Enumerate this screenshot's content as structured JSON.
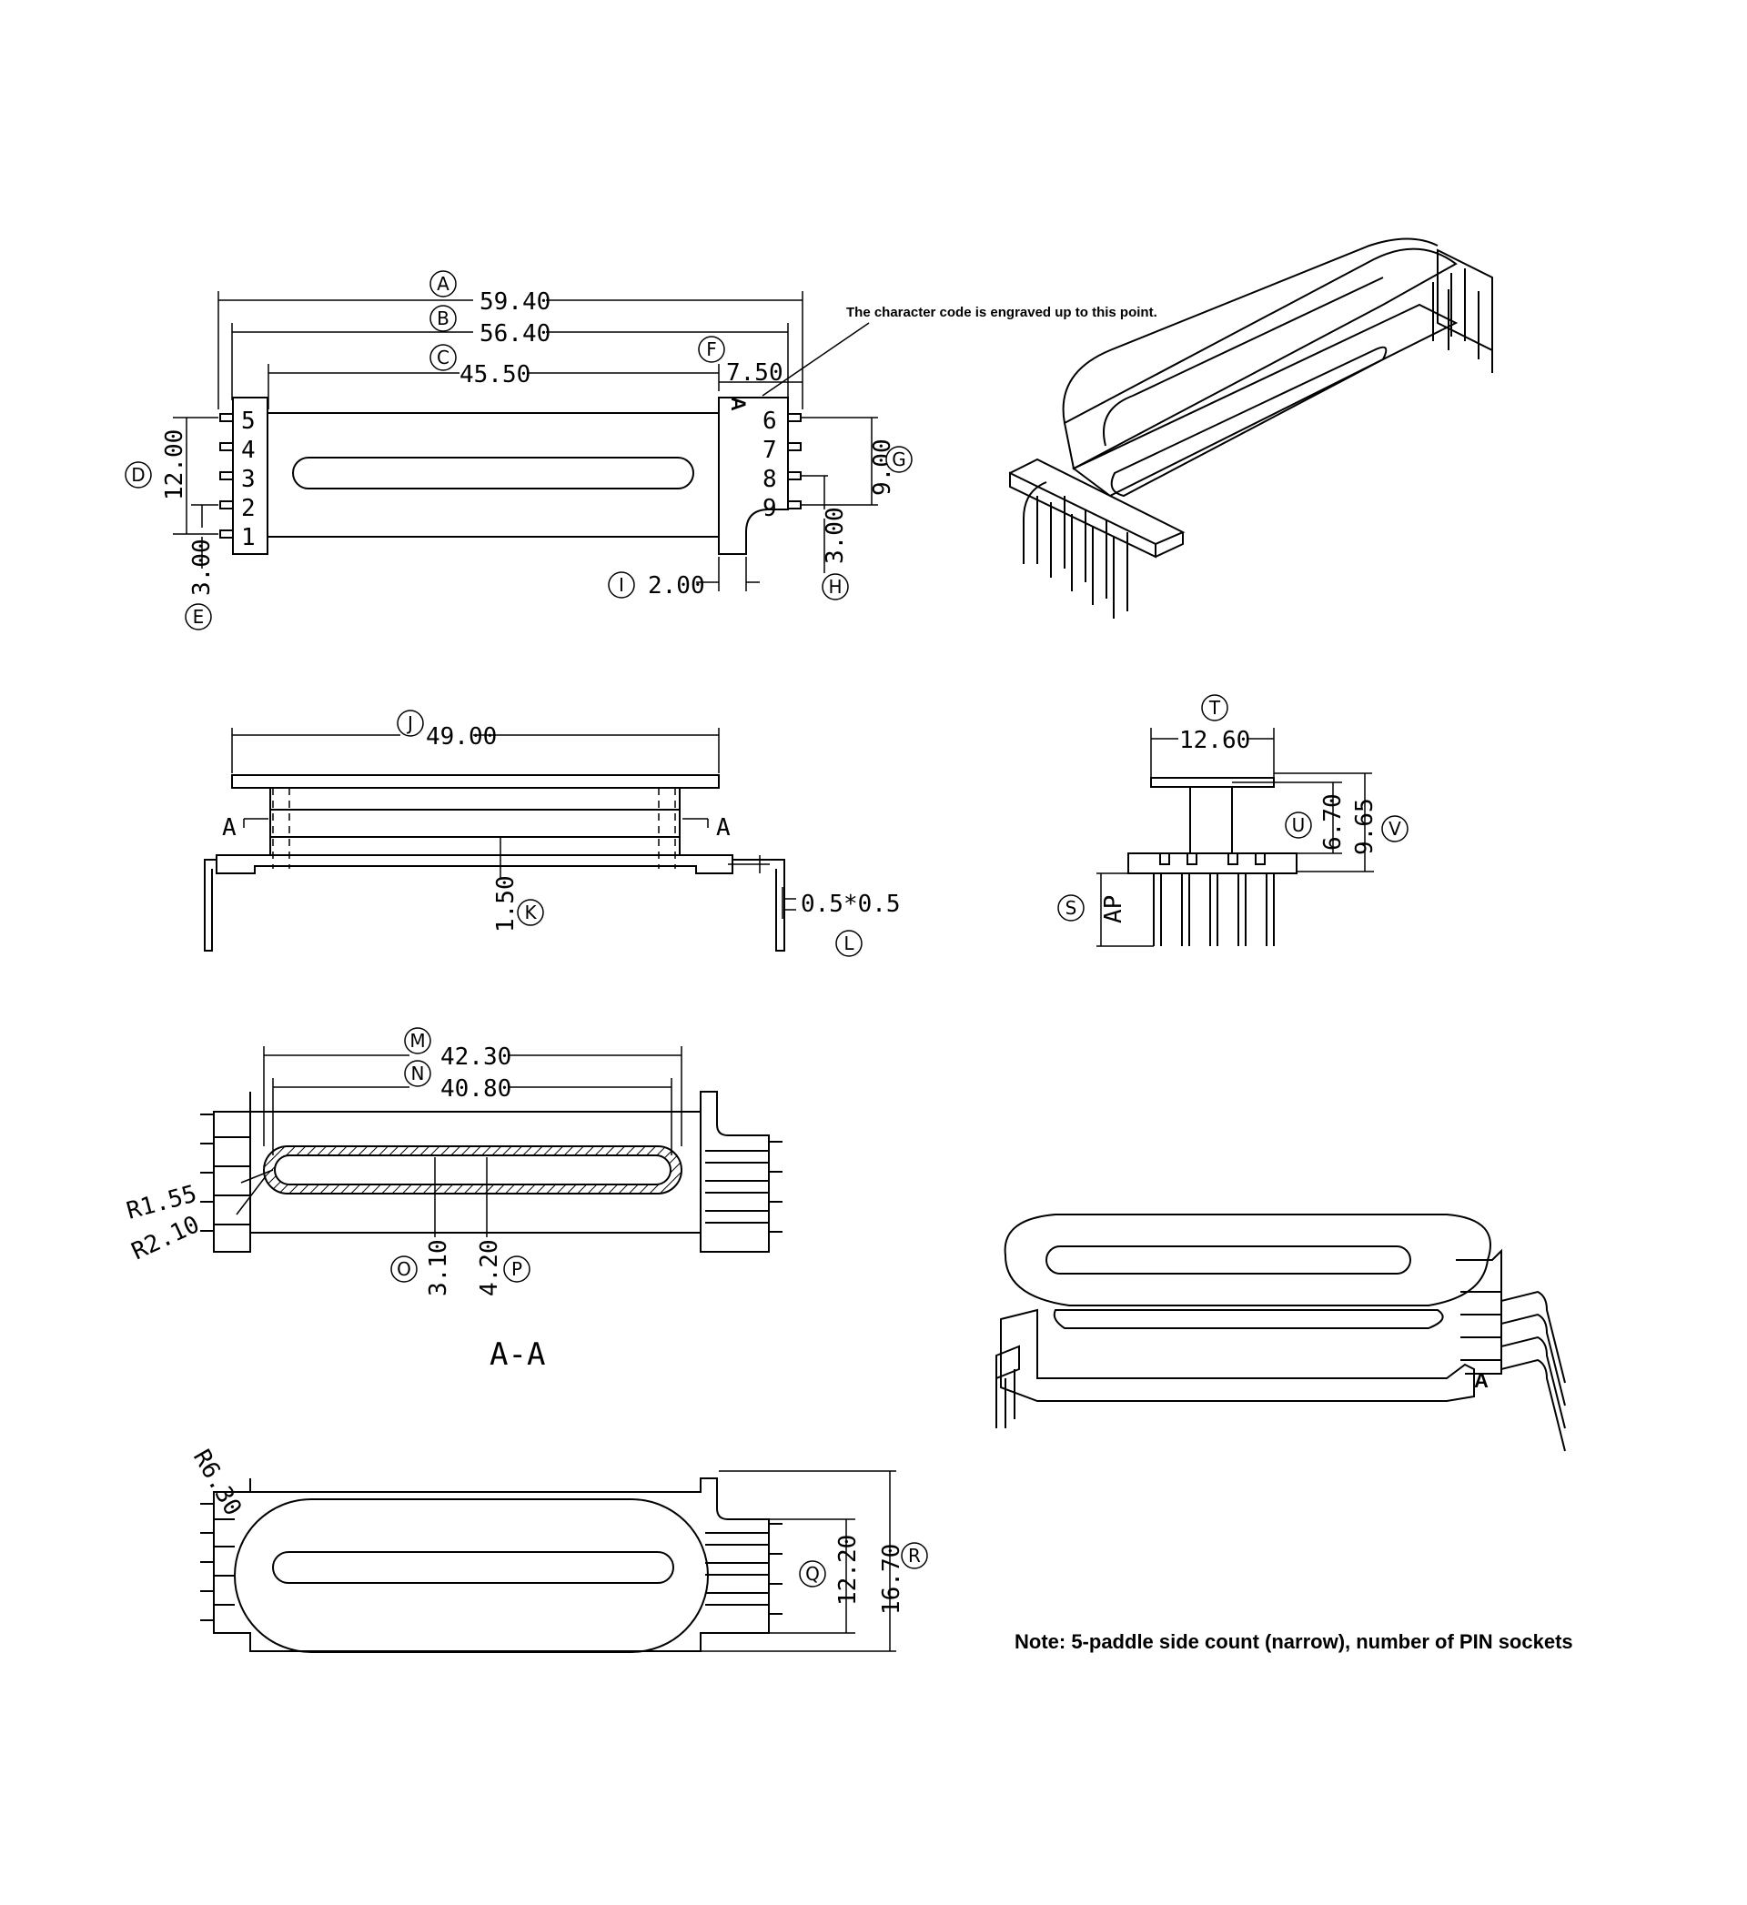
{
  "note_engraved": "The character code is engraved up to this point.",
  "note_bottom": "Note: 5-paddle side count (narrow), number of PIN sockets",
  "section_label": "A-A",
  "section_marker": "A",
  "engraved_char": "A",
  "top_view": {
    "pins_left": [
      "5",
      "4",
      "3",
      "2",
      "1"
    ],
    "pins_right": [
      "6",
      "7",
      "8",
      "9"
    ],
    "dims": {
      "A": {
        "letter": "A",
        "value": "59.40"
      },
      "B": {
        "letter": "B",
        "value": "56.40"
      },
      "C": {
        "letter": "C",
        "value": "45.50"
      },
      "D": {
        "letter": "D",
        "value": "12.00"
      },
      "E": {
        "letter": "E",
        "value": "3.00"
      },
      "F": {
        "letter": "F",
        "value": "7.50"
      },
      "G": {
        "letter": "G",
        "value": "9.00"
      },
      "H": {
        "letter": "H",
        "value": "3.00"
      },
      "I": {
        "letter": "I",
        "value": "2.00"
      }
    }
  },
  "side_view": {
    "J": {
      "letter": "J",
      "value": "49.00"
    },
    "K": {
      "letter": "K",
      "value": "1.50"
    },
    "L": {
      "letter": "L",
      "value": "0.5*0.5"
    }
  },
  "end_view": {
    "T": {
      "letter": "T",
      "value": "12.60"
    },
    "U": {
      "letter": "U",
      "value": "6.70"
    },
    "V": {
      "letter": "V",
      "value": "9.65"
    },
    "S": {
      "letter": "S",
      "value": "AP"
    }
  },
  "section_view": {
    "M": {
      "letter": "M",
      "value": "42.30"
    },
    "N": {
      "letter": "N",
      "value": "40.80"
    },
    "O": {
      "letter": "O",
      "value": "3.10"
    },
    "P": {
      "letter": "P",
      "value": "4.20"
    },
    "R1": "R1.55",
    "R2": "R2.10"
  },
  "bottom_view": {
    "Q": {
      "letter": "Q",
      "value": "12.20"
    },
    "R": {
      "letter": "R",
      "value": "16.70"
    },
    "R6": "R6.30"
  }
}
